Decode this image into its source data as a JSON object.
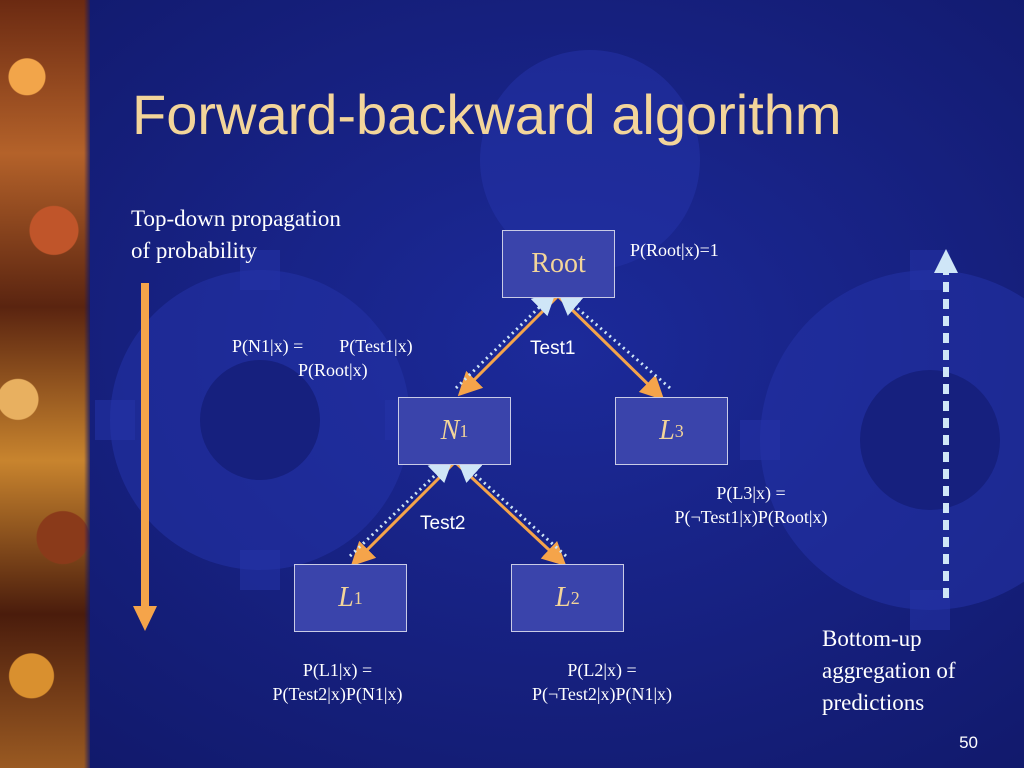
{
  "slide": {
    "title": "Forward-backward algorithm",
    "page_number": "50"
  },
  "captions": {
    "top_down": [
      "Top-down propagation",
      "of probability"
    ],
    "bottom_up": [
      "Bottom-up",
      "aggregation of",
      "predictions"
    ]
  },
  "nodes": {
    "root": "Root",
    "n1": {
      "base": "N",
      "sub": "1"
    },
    "l3": {
      "base": "L",
      "sub": "3"
    },
    "l1": {
      "base": "L",
      "sub": "1"
    },
    "l2": {
      "base": "L",
      "sub": "2"
    }
  },
  "edge_labels": {
    "test1": "Test1",
    "test2": "Test2"
  },
  "formulas": {
    "root": [
      "P(Root|x)=1"
    ],
    "n1": [
      "P(N1|x) =        P(Test1|x)",
      "P(Root|x)"
    ],
    "l3": [
      "P(L3|x) =",
      "P(¬Test1|x)P(Root|x)"
    ],
    "l1": [
      "P(L1|x) =",
      "P(Test2|x)P(N1|x)"
    ],
    "l2": [
      "P(L2|x) =",
      "P(¬Test2|x)P(N1|x)"
    ]
  },
  "colors": {
    "background": "#16207e",
    "title": "#f3d59a",
    "node_fill": "#3a44ab",
    "arrow_orange": "#f5a44a",
    "arrow_light": "#cfe6f7"
  }
}
